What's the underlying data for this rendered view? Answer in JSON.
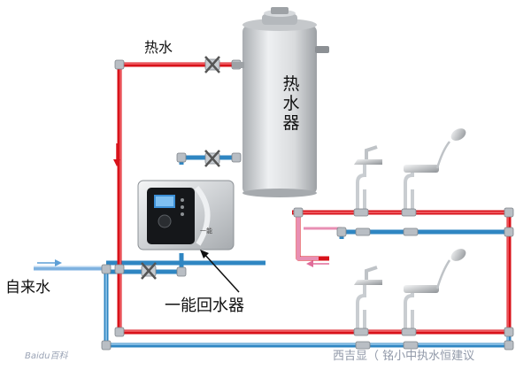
{
  "labels": {
    "hot_water": "热水",
    "water_heater": "热水器",
    "cold_inlet": "自来水",
    "recirculator": "一能回水器",
    "device_brand": "一能"
  },
  "watermarks": {
    "left": "Baidu百科",
    "right": "西吉显（ 铭小中执水恒建议"
  },
  "colors": {
    "hot_pipe": "#d8121a",
    "return_pipe": "#2f86c2",
    "inlet_pipe": "#7fb2e0",
    "fitting": "#b9bec4",
    "heater_body": "#d6d8da",
    "pink_pipe": "#e88fb3"
  }
}
